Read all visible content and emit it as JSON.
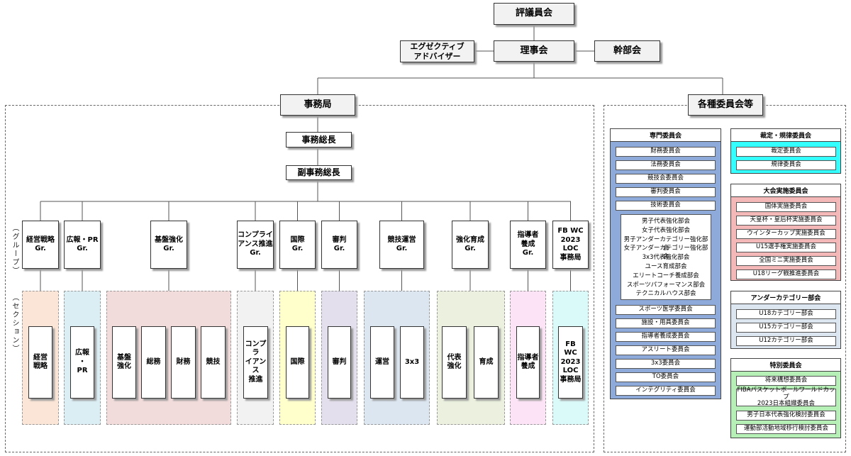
{
  "top": {
    "council": "評議員会",
    "board": "理事会",
    "advisor": "エグゼクティブ\nアドバイザー",
    "executive": "幹部会",
    "secretariat": "事務局",
    "committees": "各種委員会等"
  },
  "secretariat": {
    "secretary_general": "事務総長",
    "deputy": "副事務総長",
    "group_label": "（グループ）",
    "section_label": "（セクション）"
  },
  "groups": [
    {
      "label": "経営戦略\nGr.",
      "sections": [
        "経営\n戦略"
      ],
      "color": "#fbe5d6"
    },
    {
      "label": "広報・PR\nGr.",
      "sections": [
        "広報\n・\nPR"
      ],
      "color": "#dbeef4"
    },
    {
      "label": "基盤強化\nGr.",
      "sections": [
        "基盤\n強化",
        "総務",
        "財務",
        "競技"
      ],
      "color": "#f2dcdb"
    },
    {
      "label": "コンプライ\nアンス推進\nGr.",
      "sections": [
        "コンプラ\nイアンス\n推進"
      ],
      "color": "#f2f2f2"
    },
    {
      "label": "国際\nGr.",
      "sections": [
        "国際"
      ],
      "color": "#ffffcc"
    },
    {
      "label": "審判\nGr.",
      "sections": [
        "審判"
      ],
      "color": "#e4dfec"
    },
    {
      "label": "競技運営\nGr.",
      "sections": [
        "運営",
        "3x3"
      ],
      "color": "#dce6f1"
    },
    {
      "label": "強化育成\nGr.",
      "sections": [
        "代表\n強化",
        "育成"
      ],
      "color": "#ebf1de"
    },
    {
      "label": "指導者\n養成\nGr.",
      "sections": [
        "指導者\n養成"
      ],
      "color": "#fce4f6"
    },
    {
      "label": "FB WC\n2023\nLOC\n事務局",
      "sections": [
        "FB\nWC\n2023\nLOC\n事務局"
      ],
      "color": "#dafafa"
    }
  ],
  "panels": {
    "senmon": {
      "title": "専門委員会",
      "color": "#8eaadb",
      "items_top": [
        "財務委員会",
        "法務委員会",
        "競技会委員会",
        "審判委員会",
        "技術委員会"
      ],
      "sub_items": [
        "男子代表強化部会",
        "女子代表強化部会",
        "男子アンダーカテゴリー強化部会",
        "女子アンダーカテゴリー強化部会",
        "3x3代表強化部会",
        "ユース育成部会",
        "エリートコーチ養成部会",
        "スポーツパフォーマンス部会",
        "テクニカルハウス部会"
      ],
      "items_bottom": [
        "スポーツ医学委員会",
        "施設・用具委員会",
        "指導者養成委員会",
        "アスリート委員会",
        "3x3委員会",
        "TO委員会",
        "インテグリティ委員会"
      ]
    },
    "saitei": {
      "title": "裁定・規律委員会",
      "color": "#33ffff",
      "items": [
        "裁定委員会",
        "規律委員会"
      ]
    },
    "taikai": {
      "title": "大会実施委員会",
      "color": "#f4b8b8",
      "items": [
        "国体実施委員会",
        "天皇杯・皇后杯実施委員会",
        "ウインターカップ実施委員会",
        "U15選手権実施委員会",
        "全国ミニ実施委員会",
        "U18リーグ戦推進委員会"
      ]
    },
    "under": {
      "title": "アンダーカテゴリー部会",
      "color": "#dce6f1",
      "items": [
        "U18カテゴリー部会",
        "U15カテゴリー部会",
        "U12カテゴリー部会"
      ]
    },
    "tokubetsu": {
      "title": "特別委員会",
      "color": "#b6f0b6",
      "items": [
        "将来構想委員会",
        "FIBAバスケットボールワールドカップ\n2023日本組織委員会",
        "男子日本代表強化検討委員会",
        "運動部活動地域移行検討委員会"
      ]
    }
  }
}
